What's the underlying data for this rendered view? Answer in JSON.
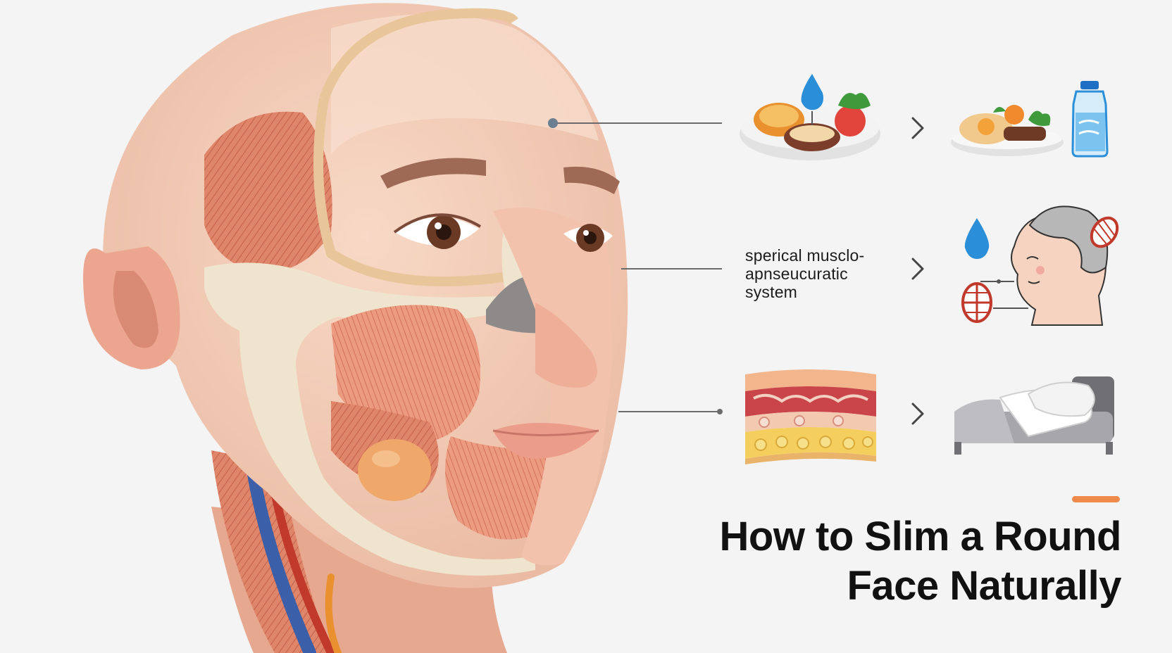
{
  "diagram": {
    "label_lines": [
      "sperical musclo-",
      "apnseucuratic",
      "system"
    ],
    "title_lines": [
      "How to Slim a Round",
      "Face Naturally"
    ]
  },
  "icons": {
    "row1": [
      "food-plate-icon",
      "arrow-right-icon",
      "healthy-meal-icon",
      "water-bottle-icon"
    ],
    "row2": [
      "water-drop-icon",
      "arrow-right-icon",
      "face-exercise-icon",
      "muscle-icon"
    ],
    "row3": [
      "fat-tissue-layers-icon",
      "arrow-right-icon",
      "bed-sleep-icon"
    ]
  },
  "colors": {
    "accent": "#f08a4b",
    "muscle": "#d97a5f",
    "bone": "#efe5cf",
    "skin": "#f3c9b3",
    "water": "#2a8fd8",
    "leader_line": "#6b6b6b"
  }
}
